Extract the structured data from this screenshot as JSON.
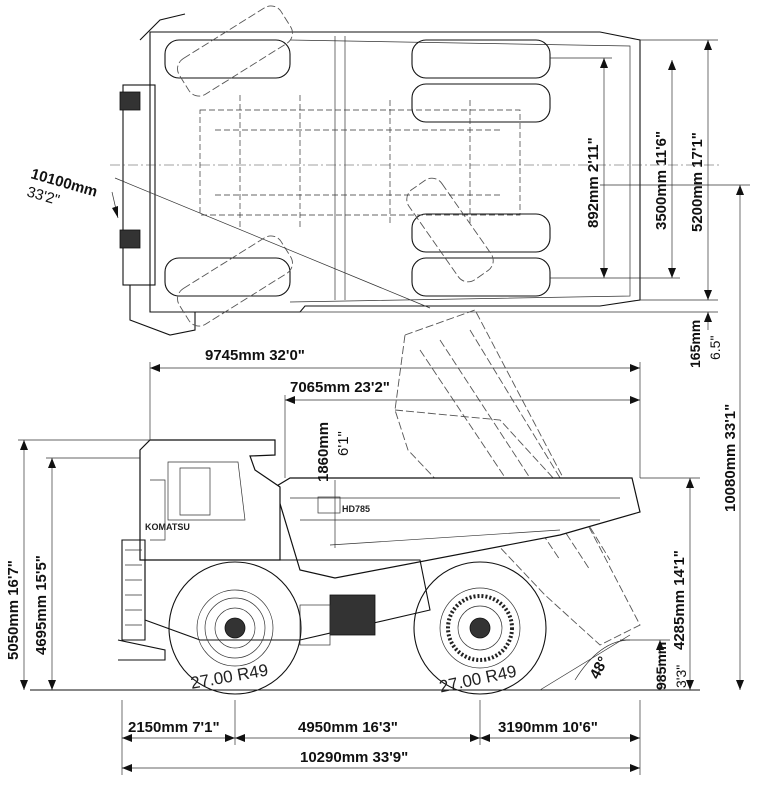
{
  "dimensions": {
    "turning_radius_mm": "10100mm",
    "turning_radius_ft": "33'2\"",
    "frame_inner_mm": "892mm 2'11\"",
    "rear_track_mm": "3500mm 11'6\"",
    "overall_width_mm": "5200mm 17'1\"",
    "ground_clearance_mm": "165mm",
    "ground_clearance_ft": "6.5\"",
    "dump_height_mm": "10080mm 33'1\"",
    "length_body_mm": "9745mm 32'0\"",
    "body_length_mm": "7065mm 23'2\"",
    "body_side_mm": "1860mm",
    "body_side_ft": "6'1\"",
    "cab_height_mm": "5050mm 16'7\"",
    "loading_height_mm": "4695mm 15'5\"",
    "dump_clearance_mm": "4285mm 14'1\"",
    "dump_angle": "48°",
    "rear_clearance_mm": "985mm",
    "rear_clearance_ft": "3'3\"",
    "front_overhang_mm": "2150mm 7'1\"",
    "wheelbase_mm": "4950mm 16'3\"",
    "rear_overhang_mm": "3190mm 10'6\"",
    "overall_length_mm": "10290mm 33'9\""
  },
  "tyres": {
    "front": "27.00 R49",
    "rear": "27.00 R49"
  },
  "branding": {
    "model": "HD785",
    "maker": "KOMATSU"
  }
}
